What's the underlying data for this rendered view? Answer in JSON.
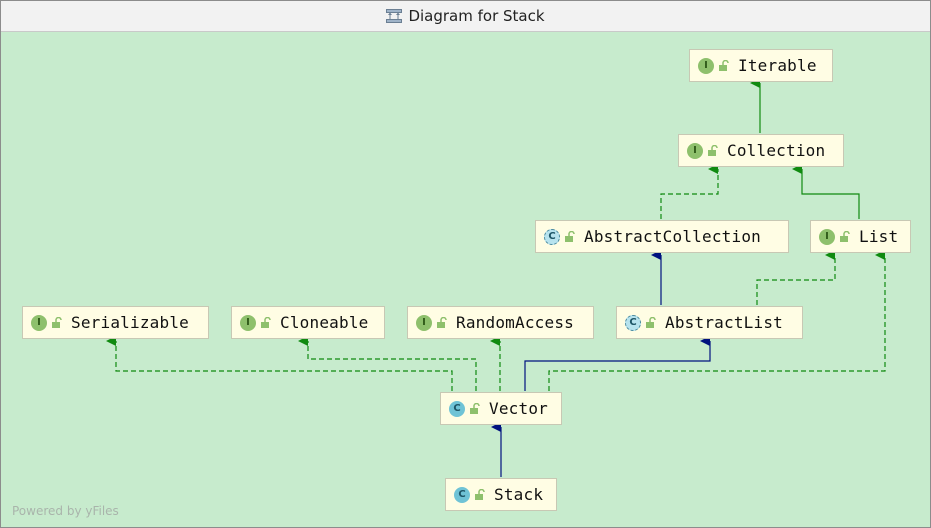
{
  "window": {
    "title": "Diagram for Stack",
    "title_icon": "diagram-icon"
  },
  "footer": {
    "text": "Powered by yFiles"
  },
  "colors": {
    "background": "#c7ebcd",
    "node_fill": "#fffde4",
    "implements_edge": "#108a10",
    "extends_edge": "#00127f"
  },
  "nodes": [
    {
      "id": "iterable",
      "label": "Iterable",
      "kind": "interface",
      "kind_letter": "I"
    },
    {
      "id": "collection",
      "label": "Collection",
      "kind": "interface",
      "kind_letter": "I"
    },
    {
      "id": "abstractcollection",
      "label": "AbstractCollection",
      "kind": "abstract",
      "kind_letter": "C"
    },
    {
      "id": "list",
      "label": "List",
      "kind": "interface",
      "kind_letter": "I"
    },
    {
      "id": "serializable",
      "label": "Serializable",
      "kind": "interface",
      "kind_letter": "I"
    },
    {
      "id": "cloneable",
      "label": "Cloneable",
      "kind": "interface",
      "kind_letter": "I"
    },
    {
      "id": "randomaccess",
      "label": "RandomAccess",
      "kind": "interface",
      "kind_letter": "I"
    },
    {
      "id": "abstractlist",
      "label": "AbstractList",
      "kind": "abstract",
      "kind_letter": "C"
    },
    {
      "id": "vector",
      "label": "Vector",
      "kind": "class",
      "kind_letter": "C"
    },
    {
      "id": "stack",
      "label": "Stack",
      "kind": "class",
      "kind_letter": "C"
    }
  ],
  "edges": [
    {
      "from": "collection",
      "to": "iterable",
      "type": "extends-interface"
    },
    {
      "from": "abstractcollection",
      "to": "collection",
      "type": "implements"
    },
    {
      "from": "list",
      "to": "collection",
      "type": "extends-interface"
    },
    {
      "from": "abstractlist",
      "to": "abstractcollection",
      "type": "extends"
    },
    {
      "from": "abstractlist",
      "to": "list",
      "type": "implements"
    },
    {
      "from": "vector",
      "to": "serializable",
      "type": "implements"
    },
    {
      "from": "vector",
      "to": "cloneable",
      "type": "implements"
    },
    {
      "from": "vector",
      "to": "randomaccess",
      "type": "implements"
    },
    {
      "from": "vector",
      "to": "abstractlist",
      "type": "extends"
    },
    {
      "from": "vector",
      "to": "list",
      "type": "implements"
    },
    {
      "from": "stack",
      "to": "vector",
      "type": "extends"
    }
  ]
}
